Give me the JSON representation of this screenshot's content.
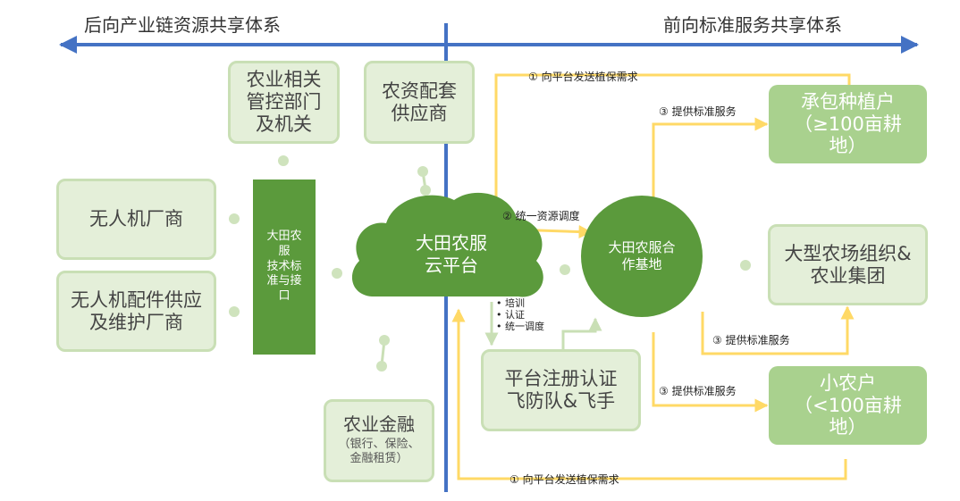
{
  "headers": {
    "left": "后向产业链资源共享体系",
    "right": "前向标准服务共享体系"
  },
  "nodes": {
    "drone_maker": "无人机厂商",
    "drone_parts_1": "无人机配件供应",
    "drone_parts_2": "及维护厂商",
    "gov_1": "农业相关",
    "gov_2": "管控部门",
    "gov_3": "及机关",
    "supplier_1": "农资配套",
    "supplier_2": "供应商",
    "standard_1": "大田农",
    "standard_2": "服",
    "standard_3": "技术标",
    "standard_4": "准与接",
    "standard_5": "口",
    "cloud_1": "大田农服",
    "cloud_2": "云平台",
    "base_1": "大田农服合",
    "base_2": "作基地",
    "register_1": "平台注册认证",
    "register_2": "飞防队&飞手",
    "finance_1": "农业金融",
    "finance_2": "（银行、保险、",
    "finance_3": "金融租赁）",
    "contract_1": "承包种植户",
    "contract_2": "（≥100亩耕",
    "contract_3": "地）",
    "farm_1": "大型农场组织&",
    "farm_2": "农业集团",
    "small_1": "小农户",
    "small_2": "（<100亩耕",
    "small_3": "地）"
  },
  "labels": {
    "demand_top": "① 向平台发送植保需求",
    "demand_bottom": "① 向平台发送植保需求",
    "dispatch": "② 统一资源调度",
    "service_1": "③ 提供标准服务",
    "service_2": "③ 提供标准服务",
    "service_3": "③ 提供标准服务",
    "train_1": "培训",
    "train_2": "认证",
    "train_3": "统一调度"
  },
  "colors": {
    "axis": "#4472c4",
    "flow": "#ffd966",
    "dark_green": "#5b9a3c",
    "pale_green": "#e4efd9",
    "mid_green": "#a9d18e"
  }
}
